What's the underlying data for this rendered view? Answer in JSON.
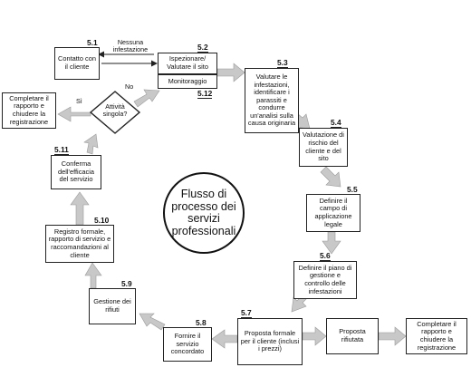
{
  "title": "Flusso di processo dei servizi professionali",
  "steps": {
    "s5_1": {
      "num": "5.1",
      "text": "Contatto con il cliente"
    },
    "s5_2": {
      "num": "5.2",
      "text": "Ispezionare/ Valutare il sito"
    },
    "s5_12": {
      "num": "5.12",
      "text": "Monitoraggio"
    },
    "s5_3": {
      "num": "5.3",
      "text": "Valutare le infestazioni, identificare i parassiti e condurre un'analisi sulla causa originaria"
    },
    "s5_4": {
      "num": "5.4",
      "text": "Valutazione di rischio del cliente e del sito"
    },
    "s5_5": {
      "num": "5.5",
      "text": "Definire il campo di applicazione legale"
    },
    "s5_6": {
      "num": "5.6",
      "text": "Definire il piano di gestione e controllo delle infestazioni"
    },
    "s5_7": {
      "num": "5.7",
      "text": "Proposta formale per il cliente (inclusi i prezzi)"
    },
    "s5_8": {
      "num": "5.8",
      "text": "Fornire il servizio concordato"
    },
    "s5_9": {
      "num": "5.9",
      "text": "Gestione dei rifiuti"
    },
    "s5_10": {
      "num": "5.10",
      "text": "Registro formale, rapporto di servizio e raccomandazioni al cliente"
    },
    "s5_11": {
      "num": "5.11",
      "text": "Conferma dell'efficacia del servizio"
    }
  },
  "decision": "Attività singola?",
  "complete_top": "Completare il rapporto e chiudere la registrazione",
  "complete_bottom": "Completare il rapporto e chiudere la registrazione",
  "rejected": "Proposta rifiutata",
  "labels": {
    "no_infestation": "Nessuna infestazione",
    "yes": "Sì",
    "no": "No"
  },
  "colors": {
    "arrow": "#c8c8c8",
    "line": "#222222"
  }
}
